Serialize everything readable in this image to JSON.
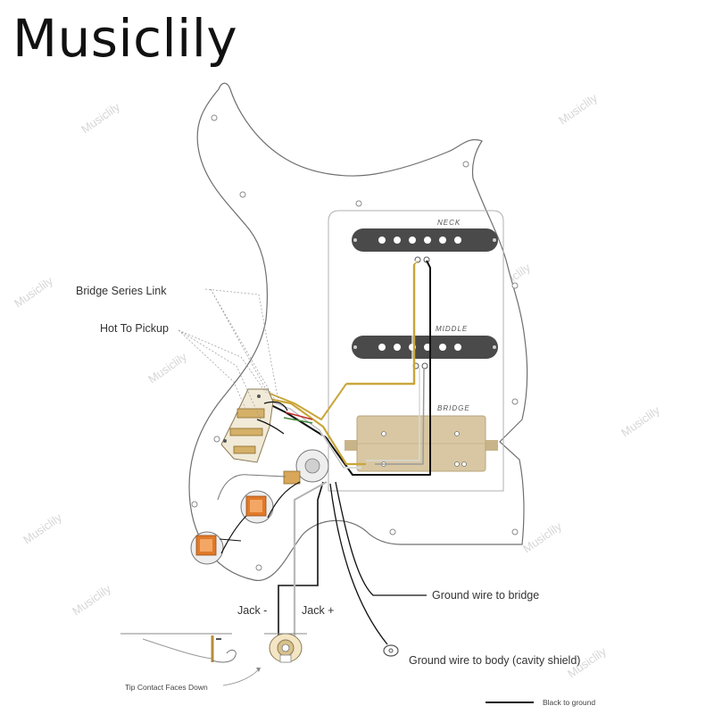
{
  "brand": {
    "name": "Musiclily"
  },
  "pickups": {
    "neck": "NECK",
    "middle": "MIDDLE",
    "bridge": "BRIDGE"
  },
  "labels": {
    "bridge_series_link": "Bridge Series Link",
    "hot_to_pickup": "Hot To Pickup",
    "jack_minus": "Jack -",
    "jack_plus": "Jack +",
    "ground_bridge": "Ground wire to bridge",
    "ground_body": "Ground wire to body (cavity shield)",
    "tip_contact": "Tip Contact Faces Down"
  },
  "legend": {
    "black_to_ground": "Black to ground"
  },
  "colors": {
    "pickup_cover": "#4a4a4a",
    "humbucker_cover": "#d8c7a2",
    "pot_orange": "#e07a2a",
    "wire_black": "#111111",
    "wire_white": "#f4f4f4",
    "wire_yellow": "#c9a63a",
    "wire_red": "#c0302a",
    "wire_green": "#3f8a3a"
  },
  "watermark": "Musiclily"
}
